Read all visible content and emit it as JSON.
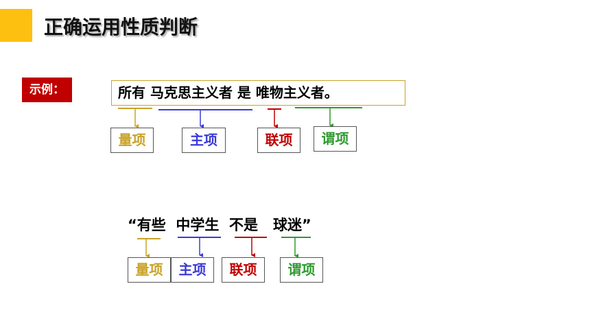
{
  "header": {
    "title": "正确运用性质判断"
  },
  "example": {
    "tag": "示例：",
    "sentence": "所有 马克思主义者 是 唯物主义者。"
  },
  "second_example": {
    "sentence": "“有些  中学生  不是   球迷”"
  },
  "terms": {
    "quantifier": "量项",
    "subject": "主项",
    "copula": "联项",
    "predicate": "谓项"
  },
  "colors": {
    "accent": "#FDC010",
    "tag_bg": "#C00000",
    "quantifier": "#C9A227",
    "subject": "#3A3AD8",
    "copula": "#C00000",
    "predicate": "#2E9A2E"
  }
}
